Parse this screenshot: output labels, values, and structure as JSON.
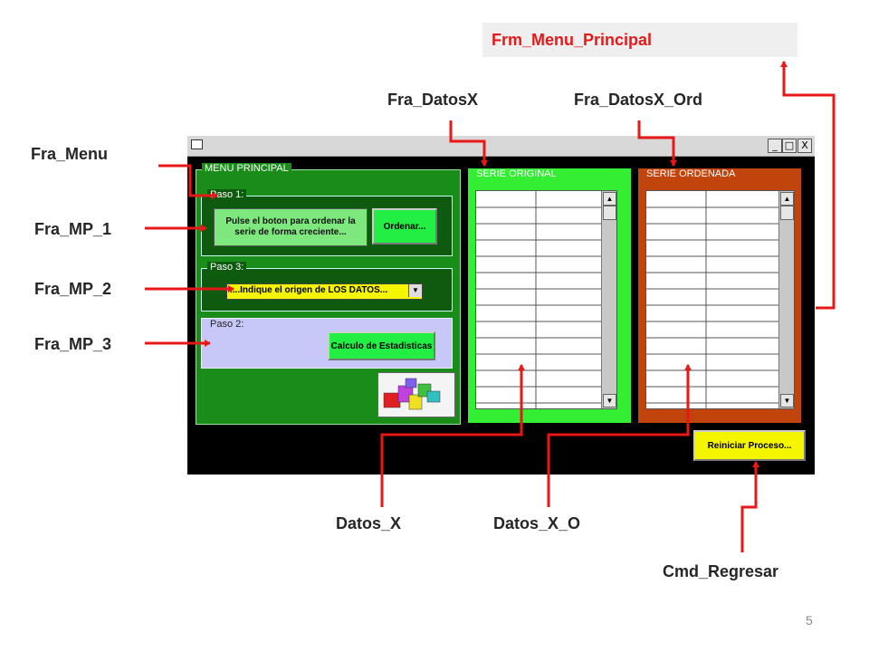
{
  "form_name": "Frm_Menu_Principal",
  "labels": {
    "fra_datosx": "Fra_DatosX",
    "fra_datosx_ord": "Fra_DatosX_Ord",
    "fra_menu": "Fra_Menu",
    "fra_mp_1": "Fra_MP_1",
    "fra_mp_2": "Fra_MP_2",
    "fra_mp_3": "Fra_MP_3",
    "datos_x": "Datos_X",
    "datos_x_o": "Datos_X_O",
    "cmd_regresar": "Cmd_Regresar"
  },
  "window": {
    "controls": [
      "_",
      "□",
      "X"
    ],
    "menu_principal": {
      "title": "MENU PRINCIPAL",
      "paso1": {
        "title": "Paso 1:",
        "text": "Pulse el boton  para ordenar  la serie de forma creciente...",
        "button": "Ordenar..."
      },
      "paso3": {
        "title": "Paso 3:",
        "combo_value": "....Indique el origen de LOS DATOS..."
      },
      "paso2": {
        "title": "Paso 2:",
        "button": "Calculo de Estadisticas"
      }
    },
    "serie_original": {
      "title": "SERIE ORIGINAL"
    },
    "serie_ordenada": {
      "title": "SERIE ORDENADA"
    },
    "reiniciar_button": "Reiniciar Proceso..."
  },
  "page_number": "5",
  "colors": {
    "arrow": "#e81818",
    "menu_frame": "#1a8c1a",
    "serie_original": "#33ee33",
    "serie_ordenada": "#c0440c",
    "button_green": "#22ee44",
    "button_yellow": "#f5f500"
  }
}
